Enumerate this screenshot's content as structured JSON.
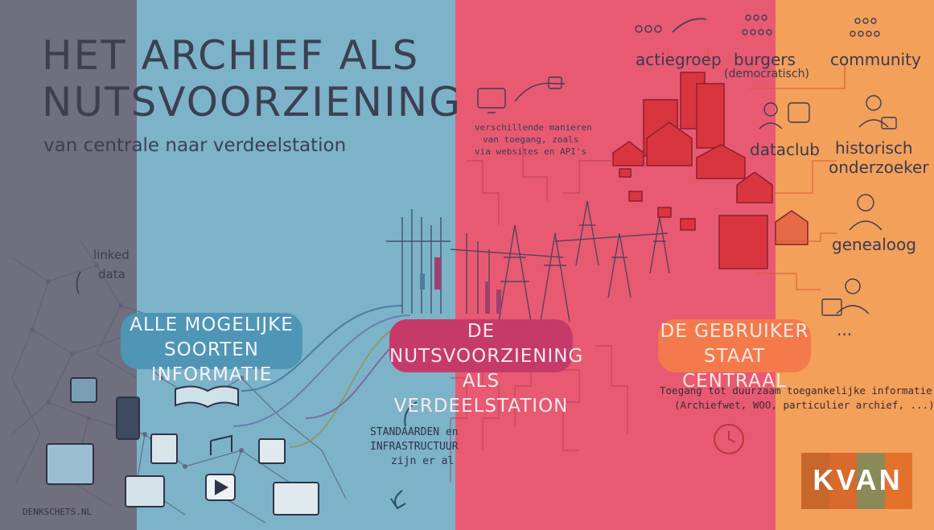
{
  "title": {
    "line1": "HET ARCHIEF ALS",
    "line2": "NUTSVOORZIENING",
    "subtitle": "van centrale naar verdeelstation"
  },
  "sections": {
    "information": {
      "line1": "ALLE MOGELIJKE",
      "line2": "SOORTEN INFORMATIE"
    },
    "utility": {
      "line1": "DE NUTSVOORZIENING",
      "line2": "ALS VERDEELSTATION"
    },
    "user": {
      "line1": "DE GEBRUIKER",
      "line2": "STAAT CENTRAAL"
    }
  },
  "annotations": {
    "linked_data_1": "linked",
    "linked_data_2": "data",
    "access_1": "verschillende manieren",
    "access_2": "van toegang, zoals",
    "access_3": "via websites en API's",
    "standards_1": "STANDAARDEN en",
    "standards_2": "INFRASTRUCTUUR",
    "standards_3": "zijn er al",
    "durable_1": "Toegang tot duurzaam toegankelijke informatie",
    "durable_2": "(Archiefwet, WOO, particulier archief, ...)",
    "credit": "DENKSCHETS.NL"
  },
  "users": {
    "actiegroep": "actiegroep",
    "burgers": "burgers",
    "democratisch": "(democratisch)",
    "community": "community",
    "dataclub": "dataclub",
    "historisch_1": "historisch",
    "historisch_2": "onderzoeker",
    "genealoog": "genealoog",
    "more": "..."
  },
  "logo": {
    "text": "KVAN"
  },
  "colors": {
    "grey_band": "#6f6f80",
    "blue_band": "#7cb3c9",
    "red_band": "#e85a72",
    "orange_band": "#f3a05a",
    "info_pill": "#4f95b6",
    "utility_pill": "#c63a6a",
    "user_pill": "#f47a4c"
  }
}
